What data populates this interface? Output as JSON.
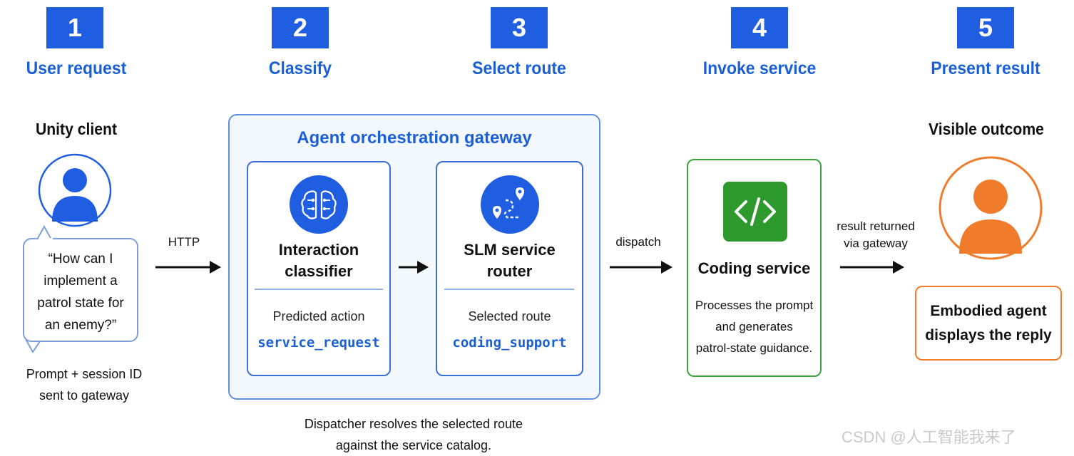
{
  "steps": [
    {
      "number": "1",
      "label": "User request"
    },
    {
      "number": "2",
      "label": "Classify"
    },
    {
      "number": "3",
      "label": "Select route"
    },
    {
      "number": "4",
      "label": "Invoke service"
    },
    {
      "number": "5",
      "label": "Present result"
    }
  ],
  "client": {
    "title": "Unity client",
    "bubble_lines": [
      "“How can I",
      "implement a",
      "patrol state for",
      "an enemy?”"
    ],
    "caption_lines": [
      "Prompt + session ID",
      "sent to gateway"
    ]
  },
  "arrows": {
    "http": "HTTP",
    "dispatch": "dispatch",
    "result_lines": [
      "result returned",
      "via gateway"
    ]
  },
  "gateway": {
    "title": "Agent orchestration gateway",
    "classifier": {
      "title_lines": [
        "Interaction",
        "classifier"
      ],
      "sub": "Predicted action",
      "value": "service_request"
    },
    "router": {
      "title_lines": [
        "SLM service",
        "router"
      ],
      "sub": "Selected route",
      "value": "coding_support"
    },
    "caption_lines": [
      "Dispatcher resolves the selected route",
      "against the service catalog."
    ]
  },
  "service": {
    "title": "Coding service",
    "desc_lines": [
      "Processes the prompt",
      "and generates",
      "patrol-state guidance."
    ]
  },
  "outcome": {
    "title": "Visible outcome",
    "box_lines": [
      "Embodied agent",
      "displays the reply"
    ]
  },
  "watermark": "CSDN @人工智能我来了",
  "colors": {
    "primary_blue": "#1f5ee0",
    "green": "#2e9a2e",
    "orange": "#f07b2a"
  },
  "icons": {
    "client": "user-icon",
    "classifier": "brain-circuit-icon",
    "router": "route-pins-icon",
    "service": "code-icon",
    "outcome": "user-icon"
  }
}
